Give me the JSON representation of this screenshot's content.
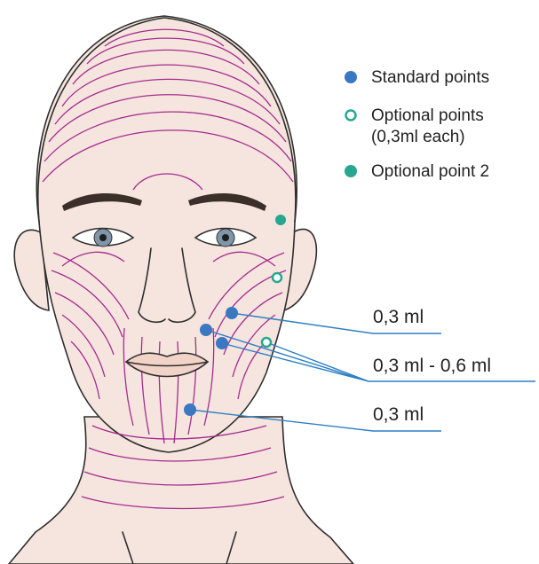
{
  "legend": {
    "standard": "Standard points",
    "optional_line1": "Optional points",
    "optional_line2": "(0,3ml each)",
    "optional2": "Optional point 2"
  },
  "doses": {
    "upper": "0,3 ml",
    "middle": "0,3 ml - 0,6 ml",
    "lower": "0,3 ml"
  },
  "colors": {
    "standard_point": "#3a78c2",
    "optional_point": "#25a88f",
    "contour_lines": "#a0218a",
    "skin": "#f6e5de"
  }
}
